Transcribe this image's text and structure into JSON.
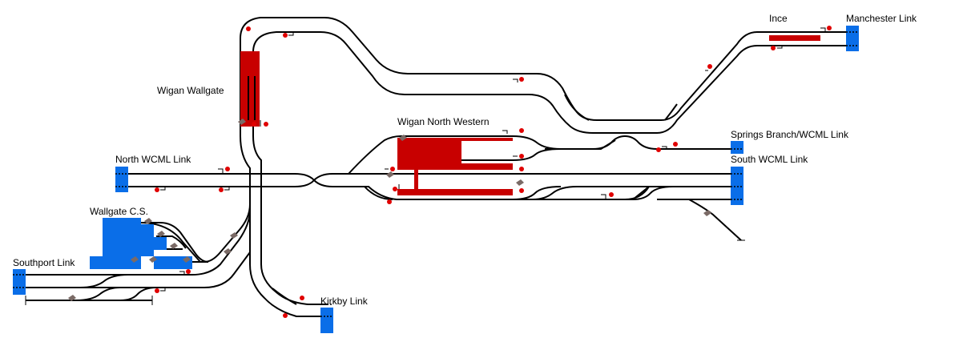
{
  "labels": {
    "ince": "Ince",
    "manchester_link": "Manchester Link",
    "wigan_wallgate": "Wigan Wallgate",
    "wigan_north_western": "Wigan North Western",
    "springs_branch": "Springs Branch/WCML Link",
    "north_wcml_link": "North WCML Link",
    "south_wcml_link": "South WCML Link",
    "wallgate_cs": "Wallgate C.S.",
    "southport_link": "Southport Link",
    "kirkby_link": "Kirkby Link"
  },
  "colors": {
    "track": "#000000",
    "signal": "#e00000",
    "station_platform": "#c80000",
    "link_boundary": "#0a6ee8",
    "point_marker": "#7a6a66"
  }
}
